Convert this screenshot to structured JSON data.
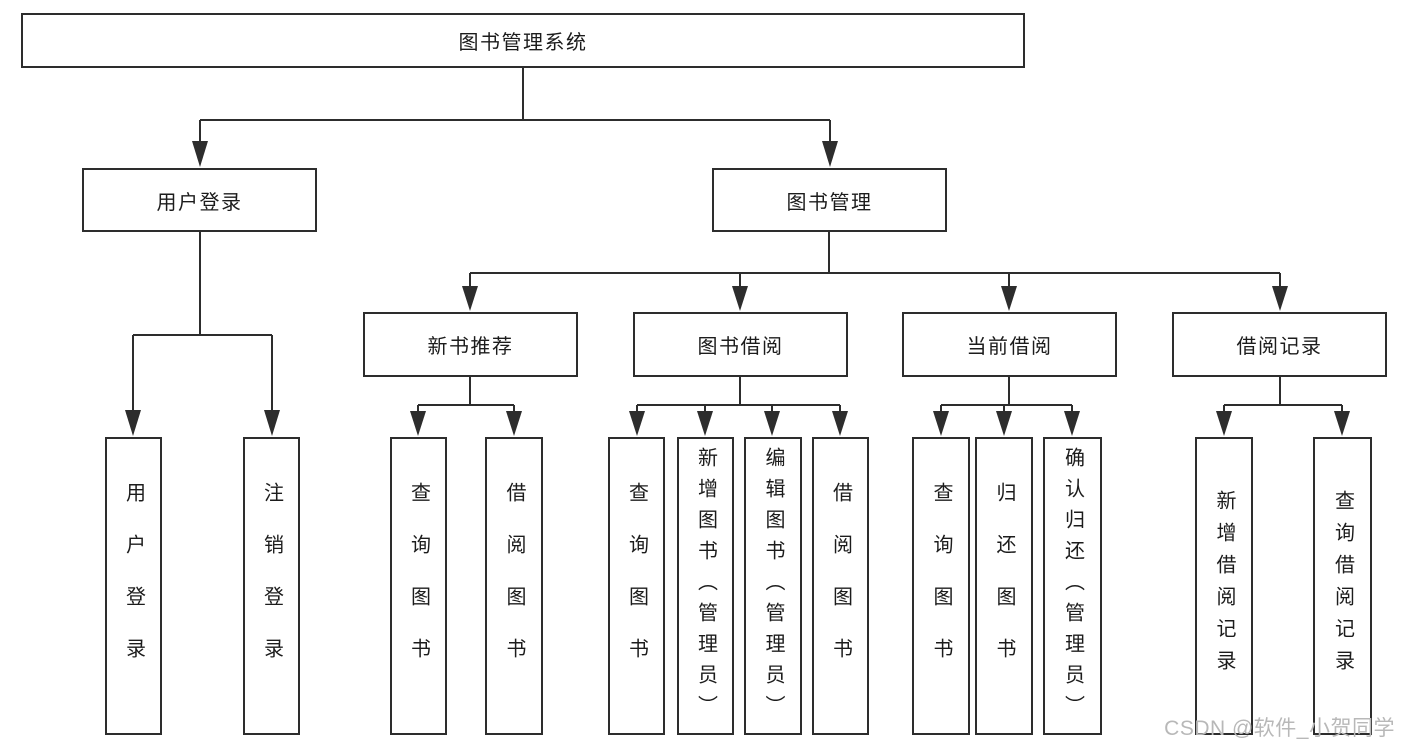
{
  "root": {
    "label": "图书管理系统"
  },
  "level2": {
    "user_login": {
      "label": "用户登录"
    },
    "book_mgmt": {
      "label": "图书管理"
    }
  },
  "level3": {
    "new_book": {
      "label": "新书推荐"
    },
    "book_borrow": {
      "label": "图书借阅"
    },
    "current_borrow": {
      "label": "当前借阅"
    },
    "borrow_records": {
      "label": "借阅记录"
    }
  },
  "leaves": {
    "login": [
      "用户登录",
      "注销登录"
    ],
    "new_book": [
      "查询图书",
      "借阅图书"
    ],
    "book_borrow": [
      "查询图书",
      "新增图书（管理员）",
      "编辑图书（管理员）",
      "借阅图书"
    ],
    "current_borrow": [
      "查询图书",
      "归还图书",
      "确认归还（管理员）"
    ],
    "borrow_records": [
      "新增借阅记录",
      "查询借阅记录"
    ]
  },
  "watermark": "CSDN @软件_小贺同学",
  "colors": {
    "line": "#2d2d2d",
    "text": "#1c1c1c",
    "watermark": "#b8b8b8",
    "background": "#ffffff"
  }
}
